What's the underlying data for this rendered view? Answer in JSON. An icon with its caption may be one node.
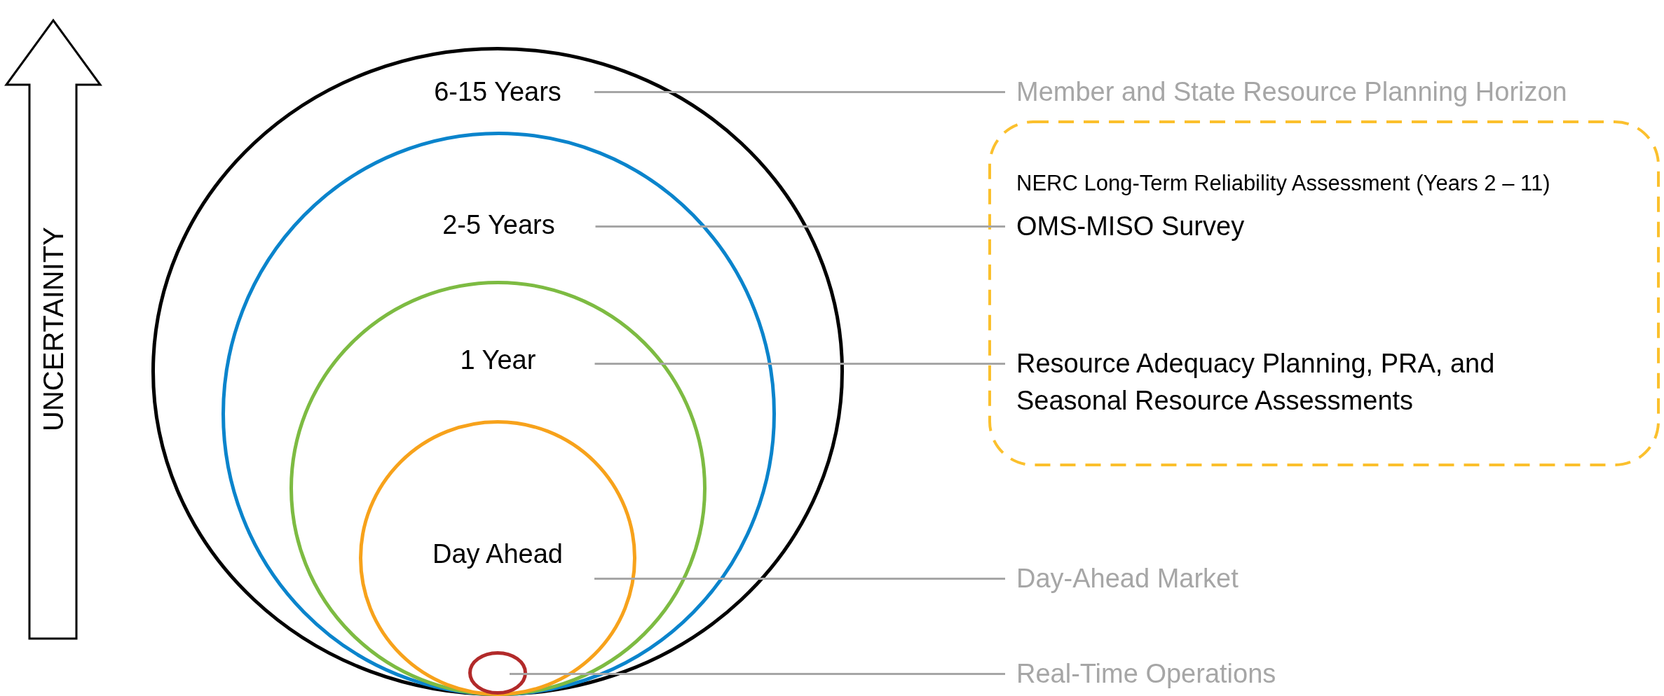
{
  "diagram": {
    "nodes": [
      {
        "text": [
          "6-15 Years"
        ]
      },
      {
        "text": [
          "2-5 Years"
        ],
        "in": 0
      },
      {
        "text": [
          "1 Year"
        ],
        "in": 1
      },
      {
        "text": [
          "Day Ahead"
        ],
        "in": 2
      },
      {
        "text": [],
        "shape": "circle",
        "in": 3
      },
      {
        "text": [
          "Member and State Resource Planning Horizon"
        ]
      },
      {
        "text": [
          "NERC Long-Term Reliability Assessment (Years 2 – 11)"
        ]
      },
      {
        "text": [
          "OMS-MISO Survey"
        ],
        "in": 6
      },
      {
        "text": [
          "Resource Adequacy Planning, PRA, and Seasonal Resource Assessments"
        ],
        "in": 6
      },
      {
        "text": [
          "Day-Ahead Market"
        ]
      },
      {
        "text": [
          "Real-Time Operations"
        ]
      }
    ],
    "edges": [
      {
        "from": 0,
        "to": 5,
        "arrow": "none"
      },
      {
        "from": 1,
        "to": 7,
        "arrow": "none"
      },
      {
        "from": 2,
        "to": 8,
        "arrow": "none"
      },
      {
        "from": 3,
        "to": 9,
        "arrow": "none"
      },
      {
        "from": 4,
        "to": 10,
        "arrow": "none"
      }
    ],
    "labels": [
      "UNCERTAINITY"
    ]
  }
}
